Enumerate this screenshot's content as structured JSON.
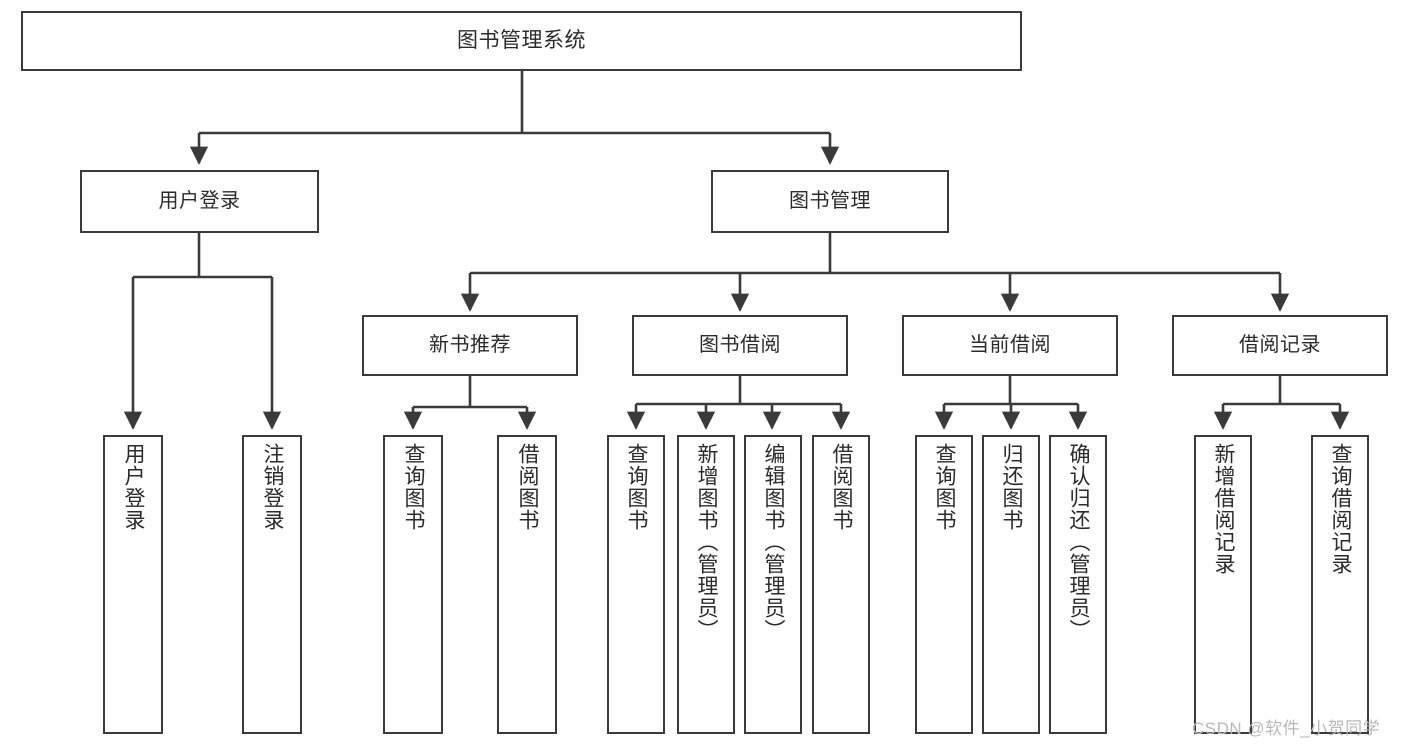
{
  "diagram": {
    "title": "图书管理系统",
    "type": "functional-structure-tree",
    "watermark": "CSDN @软件_小贺同学",
    "colors": {
      "box_border": "#3a3a3a",
      "box_fill": "#ffffff",
      "connector": "#3a3a3a",
      "text": "#2b2b2b",
      "watermark": "#b9b9b9",
      "background": "#ffffff"
    },
    "root": {
      "label": "图书管理系统"
    },
    "level2": [
      {
        "label": "用户登录"
      },
      {
        "label": "图书管理"
      }
    ],
    "level3": [
      {
        "label": "新书推荐"
      },
      {
        "label": "图书借阅"
      },
      {
        "label": "当前借阅"
      },
      {
        "label": "借阅记录"
      }
    ],
    "leaves": {
      "user_login": [
        {
          "label": "用户登录"
        },
        {
          "label": "注销登录"
        }
      ],
      "new_book_recommend": [
        {
          "label": "查询图书"
        },
        {
          "label": "借阅图书"
        }
      ],
      "book_borrow": [
        {
          "label": "查询图书"
        },
        {
          "label": "新增图书（管理员）"
        },
        {
          "label": "编辑图书（管理员）"
        },
        {
          "label": "借阅图书"
        }
      ],
      "current_borrow": [
        {
          "label": "查询图书"
        },
        {
          "label": "归还图书"
        },
        {
          "label": "确认归还（管理员）"
        }
      ],
      "borrow_record": [
        {
          "label": "新增借阅记录"
        },
        {
          "label": "查询借阅记录"
        }
      ]
    }
  }
}
